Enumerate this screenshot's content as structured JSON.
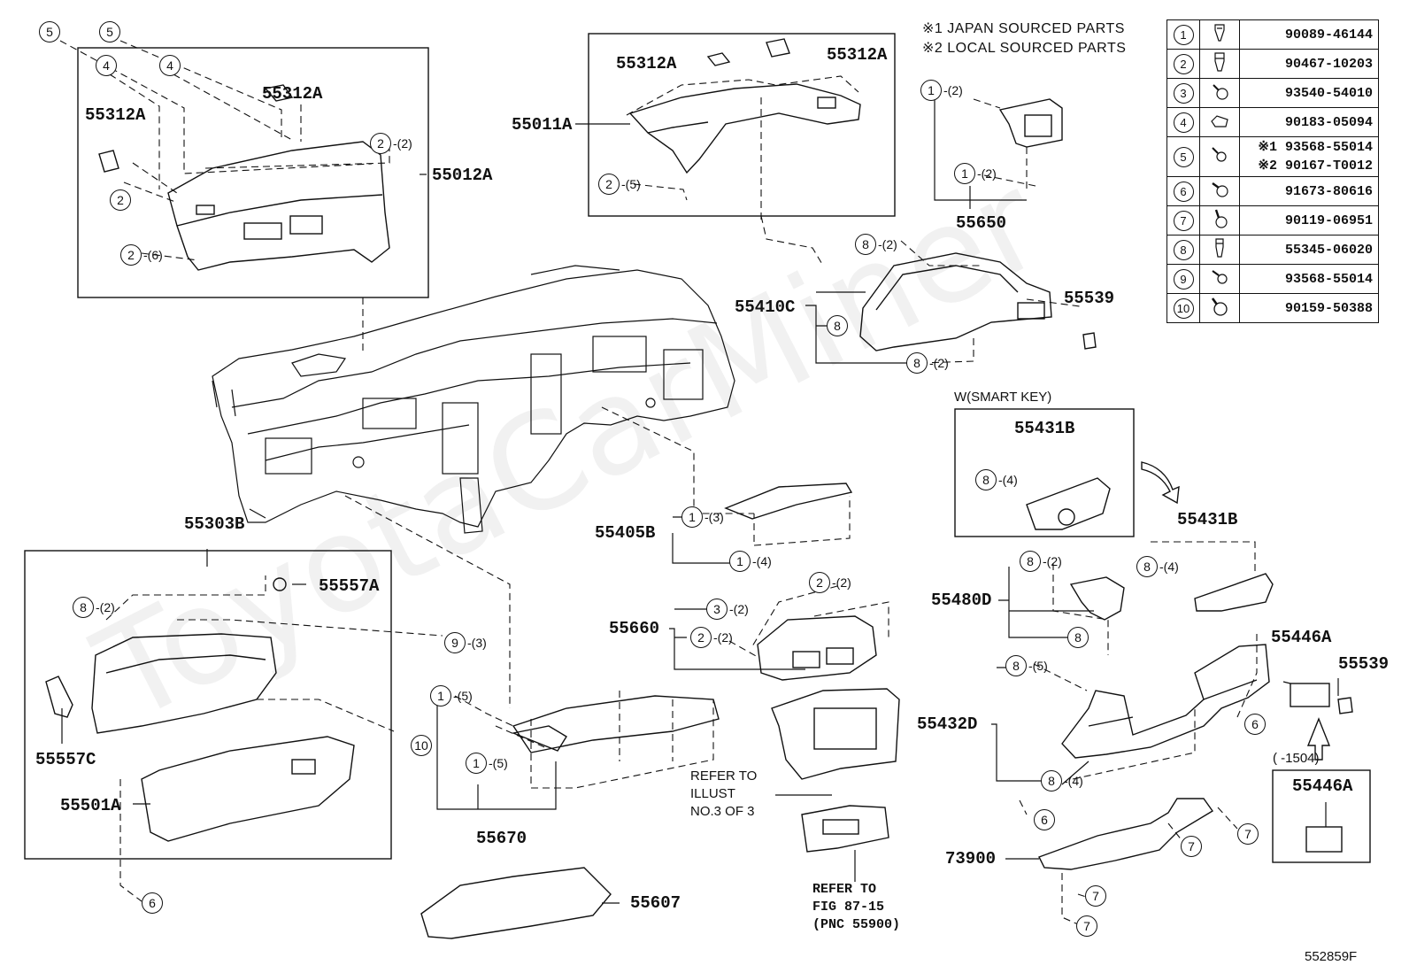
{
  "watermark": "ToyotaCarMiner",
  "notes": [
    "※1 JAPAN SOURCED PARTS",
    "※2 LOCAL SOURCED PARTS"
  ],
  "parts_table": [
    {
      "ref": "1",
      "part": "90089-46144"
    },
    {
      "ref": "2",
      "part": "90467-10203"
    },
    {
      "ref": "3",
      "part": "93540-54010"
    },
    {
      "ref": "4",
      "part": "90183-05094"
    },
    {
      "ref": "5",
      "part": "※1 93568-55014",
      "part2": "※2 90167-T0012"
    },
    {
      "ref": "6",
      "part": "91673-80616"
    },
    {
      "ref": "7",
      "part": "90119-06951"
    },
    {
      "ref": "8",
      "part": "55345-06020"
    },
    {
      "ref": "9",
      "part": "93568-55014"
    },
    {
      "ref": "10",
      "part": "90159-50388"
    }
  ],
  "part_labels": {
    "p55312A_1": "55312A",
    "p55312A_2": "55312A",
    "p55312A_3": "55312A",
    "p55312A_4": "55312A",
    "p55012A": "55012A",
    "p55011A": "55011A",
    "p55650": "55650",
    "p55410C": "55410C",
    "p55539_1": "55539",
    "p55539_2": "55539",
    "p55431B_1": "55431B",
    "p55431B_2": "55431B",
    "p55303B": "55303B",
    "p55557A": "55557A",
    "p55557C": "55557C",
    "p55501A": "55501A",
    "p55405B": "55405B",
    "p55660": "55660",
    "p55670": "55670",
    "p55607": "55607",
    "p55480D": "55480D",
    "p55432D": "55432D",
    "p55446A_1": "55446A",
    "p55446A_2": "55446A",
    "p73900": "73900"
  },
  "text": {
    "smart_key": "W(SMART  KEY)",
    "refer_illust": [
      "REFER TO",
      "ILLUST",
      "NO.3 OF 3"
    ],
    "refer_fig": [
      "REFER TO",
      "FIG 87-15",
      "(PNC 55900)"
    ],
    "date_range": "(      -1504)",
    "figure_id": "552859F"
  },
  "callouts": [
    {
      "n": "5"
    },
    {
      "n": "5"
    },
    {
      "n": "4"
    },
    {
      "n": "4"
    },
    {
      "n": "2",
      "q": "-(2)"
    },
    {
      "n": "2"
    },
    {
      "n": "2",
      "q": "-(6)"
    },
    {
      "n": "2",
      "q": "-(5)"
    },
    {
      "n": "1",
      "q": "-(2)"
    },
    {
      "n": "1",
      "q": "-(2)"
    },
    {
      "n": "8",
      "q": "-(2)"
    },
    {
      "n": "8"
    },
    {
      "n": "8",
      "q": "-(2)"
    },
    {
      "n": "8",
      "q": "-(4)"
    },
    {
      "n": "1",
      "q": "-(3)"
    },
    {
      "n": "1",
      "q": "-(4)"
    },
    {
      "n": "8",
      "q": "-(2)"
    },
    {
      "n": "9",
      "q": "-(3)"
    },
    {
      "n": "10"
    },
    {
      "n": "6"
    },
    {
      "n": "2",
      "q": "-(2)"
    },
    {
      "n": "3",
      "q": "-(2)"
    },
    {
      "n": "2",
      "q": "-(2)"
    },
    {
      "n": "1",
      "q": "-(5)"
    },
    {
      "n": "1",
      "q": "-(5)"
    },
    {
      "n": "8",
      "q": "-(2)"
    },
    {
      "n": "8"
    },
    {
      "n": "8",
      "q": "-(4)"
    },
    {
      "n": "8",
      "q": "-(5)"
    },
    {
      "n": "6"
    },
    {
      "n": "8",
      "q": "-(4)"
    },
    {
      "n": "6"
    },
    {
      "n": "7"
    },
    {
      "n": "7"
    },
    {
      "n": "7"
    },
    {
      "n": "7"
    }
  ]
}
